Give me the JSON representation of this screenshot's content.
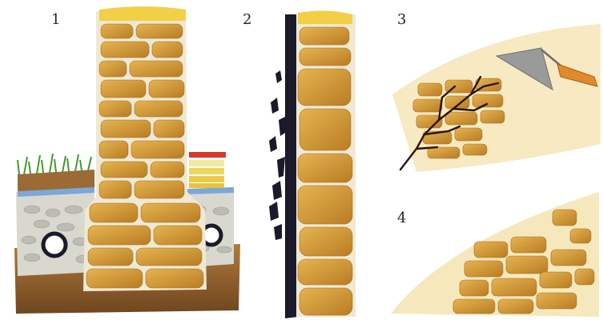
{
  "panels": [
    {
      "label": "1",
      "name": "wall-cross-section-with-drainage"
    },
    {
      "label": "2",
      "name": "wall-side-profile"
    },
    {
      "label": "3",
      "name": "cracked-mortar-with-trowel"
    },
    {
      "label": "4",
      "name": "repointed-stonework"
    }
  ],
  "colors": {
    "stone": "#d9a441",
    "stone_dark": "#a66e1e",
    "mortar": "#f1ecd8",
    "soil": "#8a5a2a",
    "grass": "#3f9a2e",
    "water_layer": "#7da8d6",
    "gravel": "#d8d8d0",
    "pipe": "#1a1a2a",
    "coping": "#f2d046",
    "crack": "#2a1408",
    "trowel_blade": "#9a9a9a",
    "trowel_handle": "#e08a2a"
  }
}
